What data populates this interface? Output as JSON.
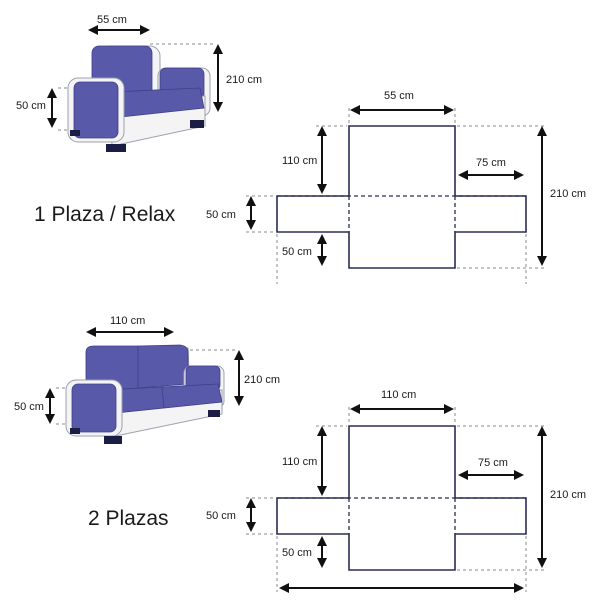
{
  "sections": [
    {
      "title": "1 Plaza / Relax",
      "sofa": {
        "width_label": "55 cm",
        "height_label": "210 cm",
        "arm_label": "50 cm"
      },
      "pattern": {
        "top_width": "55 cm",
        "back_height": "110 cm",
        "arm_width": "75 cm",
        "total_height": "210 cm",
        "side_height": "50 cm",
        "seat_drop": "50 cm"
      }
    },
    {
      "title": "2 Plazas",
      "sofa": {
        "width_label": "110 cm",
        "height_label": "210 cm",
        "arm_label": "50 cm"
      },
      "pattern": {
        "top_width": "110 cm",
        "back_height": "110 cm",
        "arm_width": "75 cm",
        "total_height": "210 cm",
        "side_height": "50 cm",
        "seat_drop": "50 cm"
      }
    }
  ],
  "icons": {
    "arrow": "double-arrow-icon"
  }
}
